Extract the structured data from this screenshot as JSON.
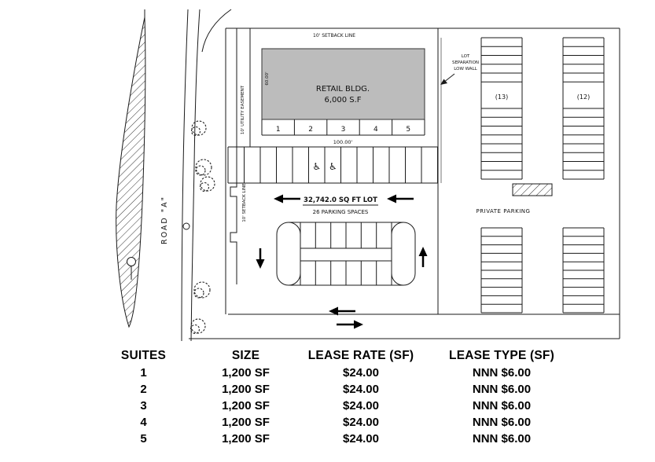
{
  "site_plan": {
    "road_label": "ROAD \"A\"",
    "setback_top_label": "10' SETBACK LINE",
    "setback_left_label": "10' SETBACK LINE",
    "utility_easement_label": "10' UTILITY EASEMENT",
    "lot_separation_label": [
      "LOT",
      "SEPARATION",
      "LOW WALL"
    ],
    "building": {
      "name_line1": "RETAIL BLDG.",
      "name_line2": "6,000 S.F",
      "width_dim": "100.00'",
      "depth_dim": "60.00'",
      "suites": [
        "1",
        "2",
        "3",
        "4",
        "5"
      ],
      "fill_color": "#bcbcbc"
    },
    "lot_area_label": "32,742.0 SQ FT LOT",
    "parking_spaces_label": "26 PARKING SPACES",
    "private_parking_label": "PRIVATE PARKING",
    "right_parking_counts": [
      "(13)",
      "(12)"
    ],
    "accessible_icon": "♿"
  },
  "table": {
    "headers": [
      "SUITES",
      "SIZE",
      "LEASE RATE (SF)",
      "LEASE TYPE (SF)"
    ],
    "rows": [
      {
        "suite": "1",
        "size": "1,200 SF",
        "rate": "$24.00",
        "type": "NNN $6.00"
      },
      {
        "suite": "2",
        "size": "1,200 SF",
        "rate": "$24.00",
        "type": "NNN $6.00"
      },
      {
        "suite": "3",
        "size": "1,200 SF",
        "rate": "$24.00",
        "type": "NNN $6.00"
      },
      {
        "suite": "4",
        "size": "1,200 SF",
        "rate": "$24.00",
        "type": "NNN $6.00"
      },
      {
        "suite": "5",
        "size": "1,200 SF",
        "rate": "$24.00",
        "type": "NNN $6.00"
      }
    ]
  }
}
